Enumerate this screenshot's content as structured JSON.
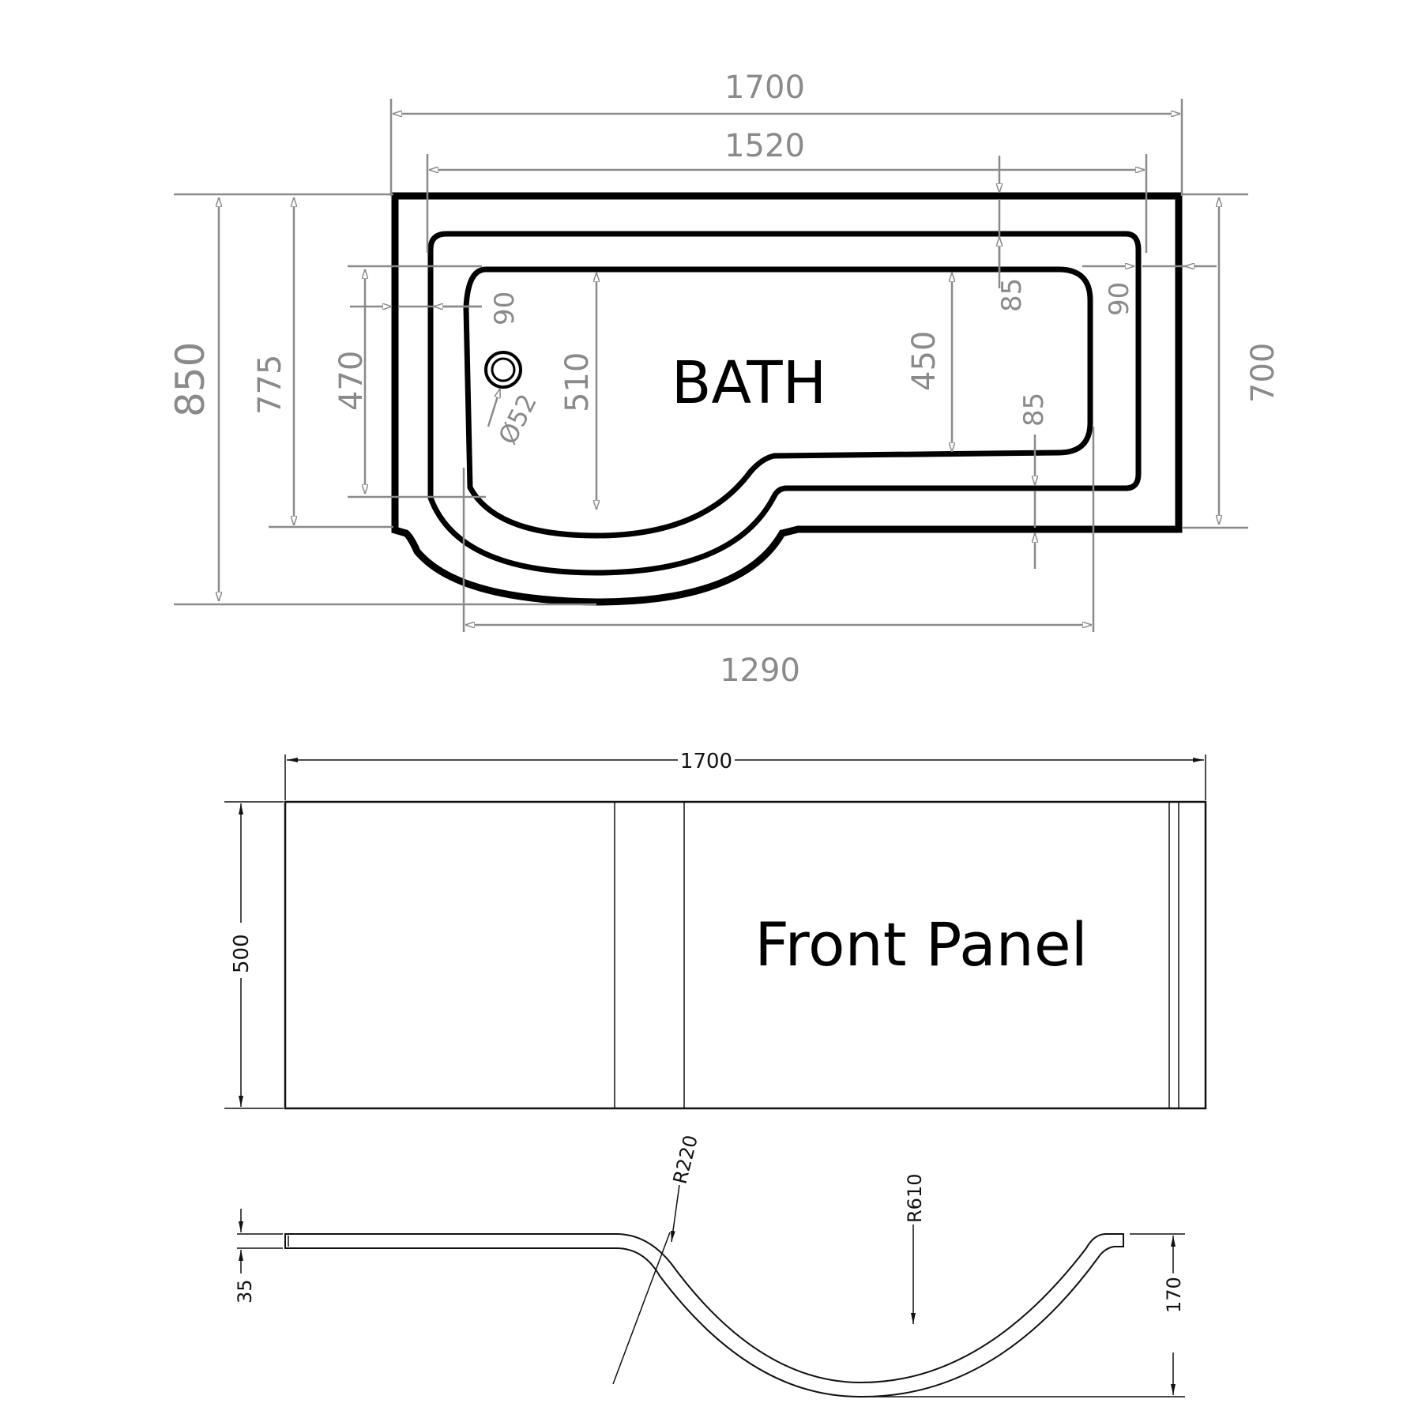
{
  "bath_plan": {
    "label": "BATH",
    "dimensions": {
      "overall_length": "1700",
      "inner_length": "1520",
      "base_length": "1290",
      "overall_width": "850",
      "width_775": "775",
      "width_470": "470",
      "width_510": "510",
      "width_450": "450",
      "width_700": "700",
      "rim_left": "90",
      "rim_right": "90",
      "rim_top": "85",
      "rim_bottom": "85",
      "waste_diameter": "Ø52"
    },
    "colors": {
      "outline": "#000000",
      "dimension": "#8a8a8a"
    }
  },
  "front_panel": {
    "label": "Front Panel",
    "dimensions": {
      "length": "1700",
      "height": "500"
    },
    "colors": {
      "outline": "#111111",
      "dimension": "#111111"
    }
  },
  "panel_profile": {
    "dimensions": {
      "thickness": "35",
      "depth": "170",
      "radius_small": "R220",
      "radius_large": "R610"
    }
  }
}
